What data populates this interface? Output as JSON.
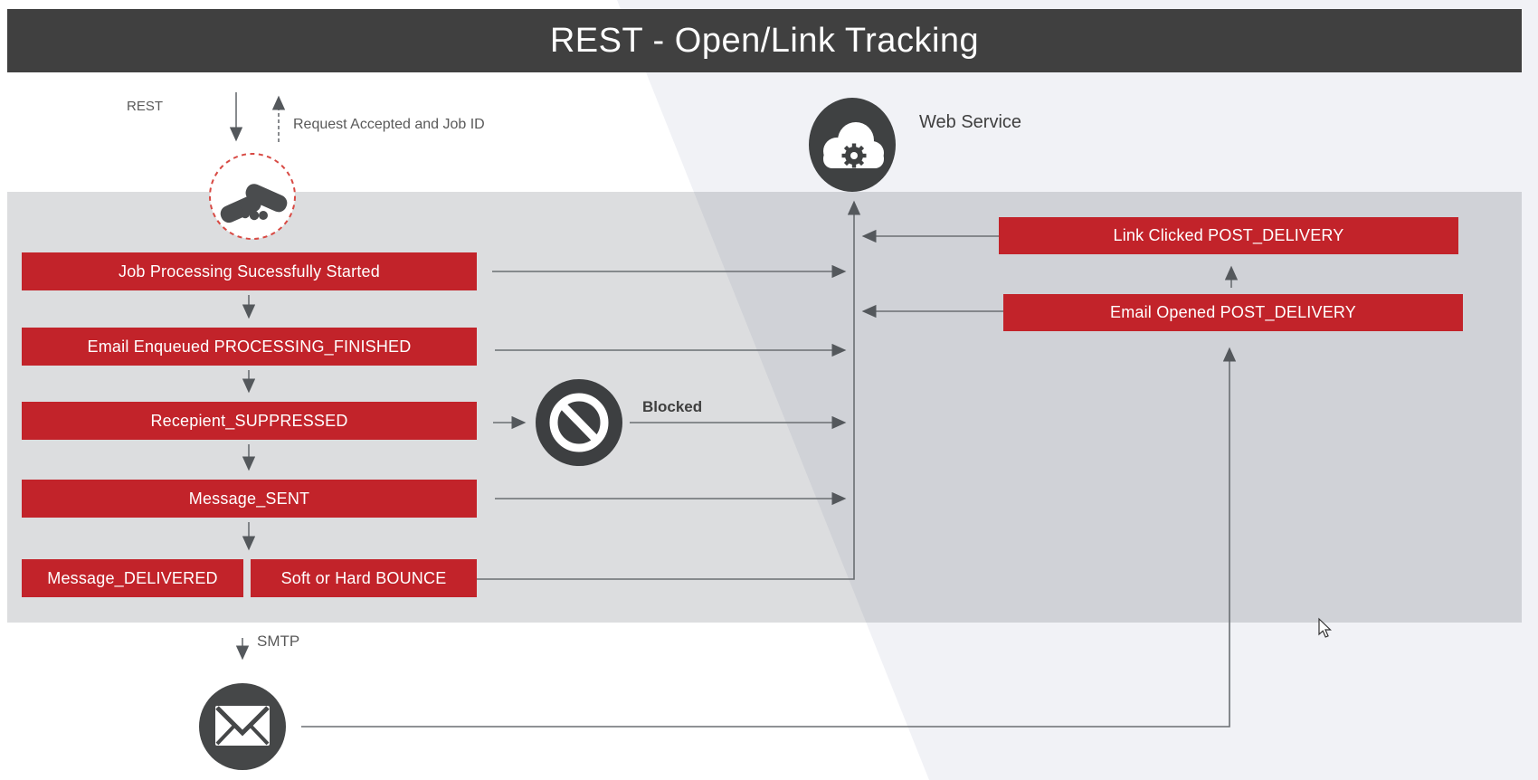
{
  "title": "REST - Open/Link Tracking",
  "request_flow": {
    "protocol_label": "REST",
    "response_label": "Request Accepted and Job ID"
  },
  "pipeline": {
    "steps": [
      "Job Processing Sucessfully Started",
      "Email Enqueued PROCESSING_FINISHED",
      "Recepient_SUPPRESSED",
      "Message_SENT"
    ],
    "outcomes": [
      "Message_DELIVERED",
      "Soft or Hard BOUNCE"
    ]
  },
  "blocked": {
    "label": "Blocked"
  },
  "web_service": {
    "label": "Web Service"
  },
  "post_delivery_events": [
    "Link Clicked POST_DELIVERY",
    "Email Opened POST_DELIVERY"
  ],
  "smtp": {
    "label": "SMTP"
  },
  "icons": {
    "handshake": "handshake-icon",
    "web_service": "cloud-gear-icon",
    "blocked": "prohibition-icon",
    "email": "envelope-icon",
    "cursor": "mouse-cursor"
  },
  "colors": {
    "banner": "#404040",
    "box_red": "#c2232a",
    "band_gray": "#dcdee0",
    "panel_light": "#f1f2f6",
    "line_gray": "#6a6e72",
    "icon_dark": "#3f4142",
    "dashed_circle_red": "#d84a44"
  }
}
